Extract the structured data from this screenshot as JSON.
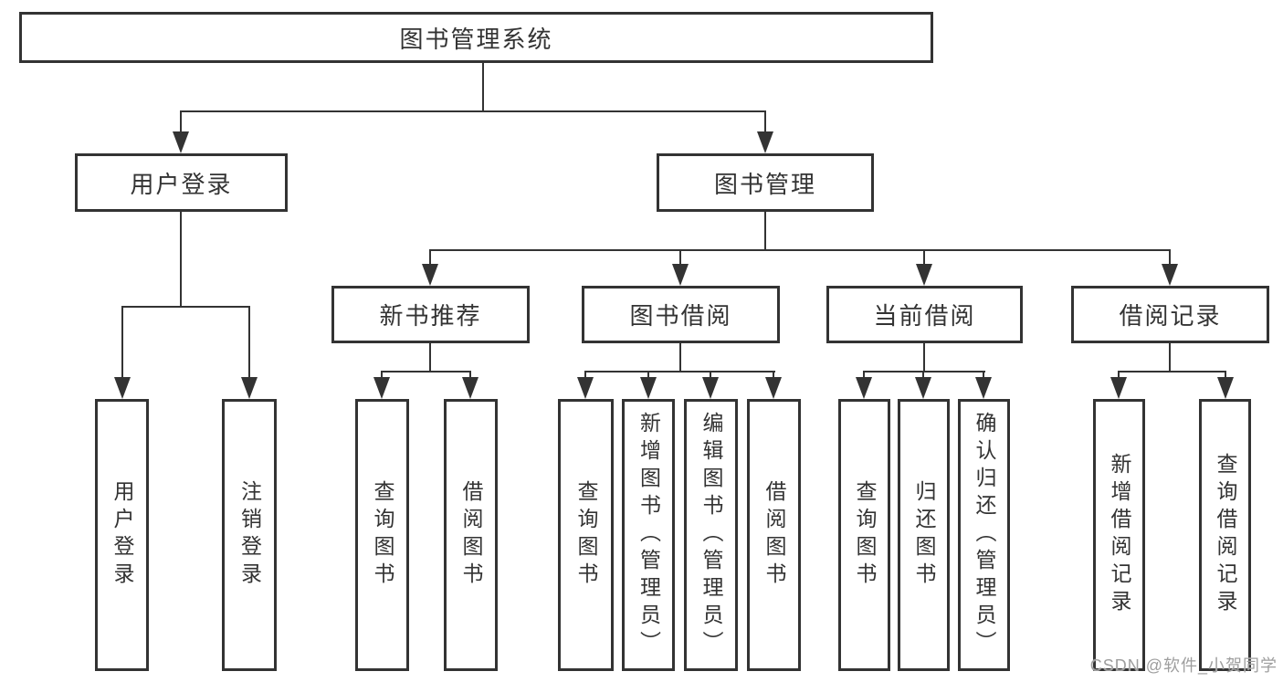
{
  "nodes": {
    "root": {
      "label": "图书管理系统"
    },
    "level2": [
      {
        "id": "user-login",
        "label": "用户登录"
      },
      {
        "id": "book-management",
        "label": "图书管理"
      }
    ],
    "level3": [
      {
        "id": "new-book-recommend",
        "label": "新书推荐"
      },
      {
        "id": "book-borrowing",
        "label": "图书借阅"
      },
      {
        "id": "current-borrowing",
        "label": "当前借阅"
      },
      {
        "id": "borrowing-records",
        "label": "借阅记录"
      }
    ],
    "leaves": [
      {
        "id": "user-login",
        "parent": "用户登录",
        "label": "用户登录"
      },
      {
        "id": "logout",
        "parent": "用户登录",
        "label": "注销登录"
      },
      {
        "id": "query-books-recommend",
        "parent": "新书推荐",
        "label": "查询图书"
      },
      {
        "id": "borrow-books-recommend",
        "parent": "新书推荐",
        "label": "借阅图书"
      },
      {
        "id": "query-books-borrowing",
        "parent": "图书借阅",
        "label": "查询图书"
      },
      {
        "id": "add-books-admin",
        "parent": "图书借阅",
        "label": "新增图书（管理员）"
      },
      {
        "id": "edit-books-admin",
        "parent": "图书借阅",
        "label": "编辑图书（管理员）"
      },
      {
        "id": "borrow-books-borrowing",
        "parent": "图书借阅",
        "label": "借阅图书"
      },
      {
        "id": "query-books-current",
        "parent": "当前借阅",
        "label": "查询图书"
      },
      {
        "id": "return-books",
        "parent": "当前借阅",
        "label": "归还图书"
      },
      {
        "id": "confirm-return-admin",
        "parent": "当前借阅",
        "label": "确认归还（管理员）"
      },
      {
        "id": "add-borrow-record",
        "parent": "借阅记录",
        "label": "新增借阅记录"
      },
      {
        "id": "query-borrow-record",
        "parent": "借阅记录",
        "label": "查询借阅记录"
      }
    ]
  },
  "watermark": {
    "text": "CSDN @软件_小贺同学"
  },
  "colors": {
    "line": "#333333",
    "text": "#333333",
    "background": "#ffffff",
    "watermark": "#9e9e9e"
  }
}
